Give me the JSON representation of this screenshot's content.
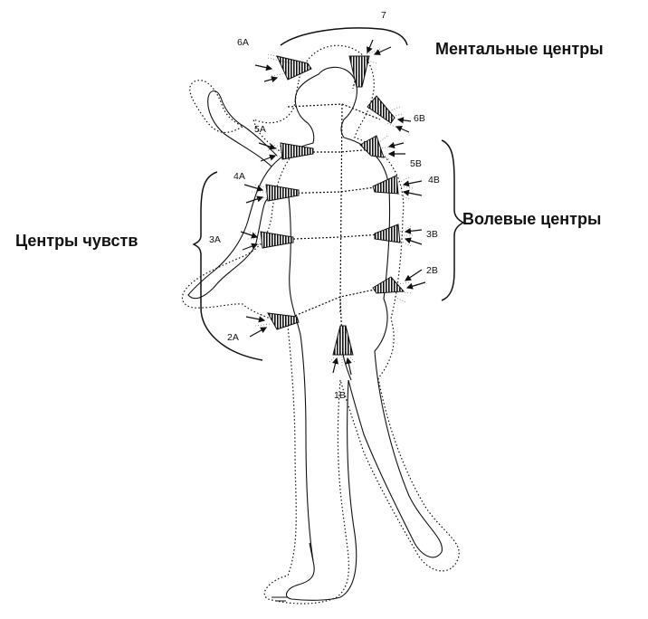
{
  "labels": {
    "mental": "Ментальные центры",
    "will": "Волевые центры",
    "senses": "Центры чувств"
  },
  "centers": {
    "c7": "7",
    "c6a": "6A",
    "c6b": "6B",
    "c5a": "5A",
    "c5b": "5B",
    "c4a": "4A",
    "c4b": "4B",
    "c3a": "3A",
    "c3b": "3B",
    "c2a": "2A",
    "c2b": "2B",
    "c1b": "1B"
  },
  "colors": {
    "ink": "#111111",
    "background": "#ffffff"
  }
}
